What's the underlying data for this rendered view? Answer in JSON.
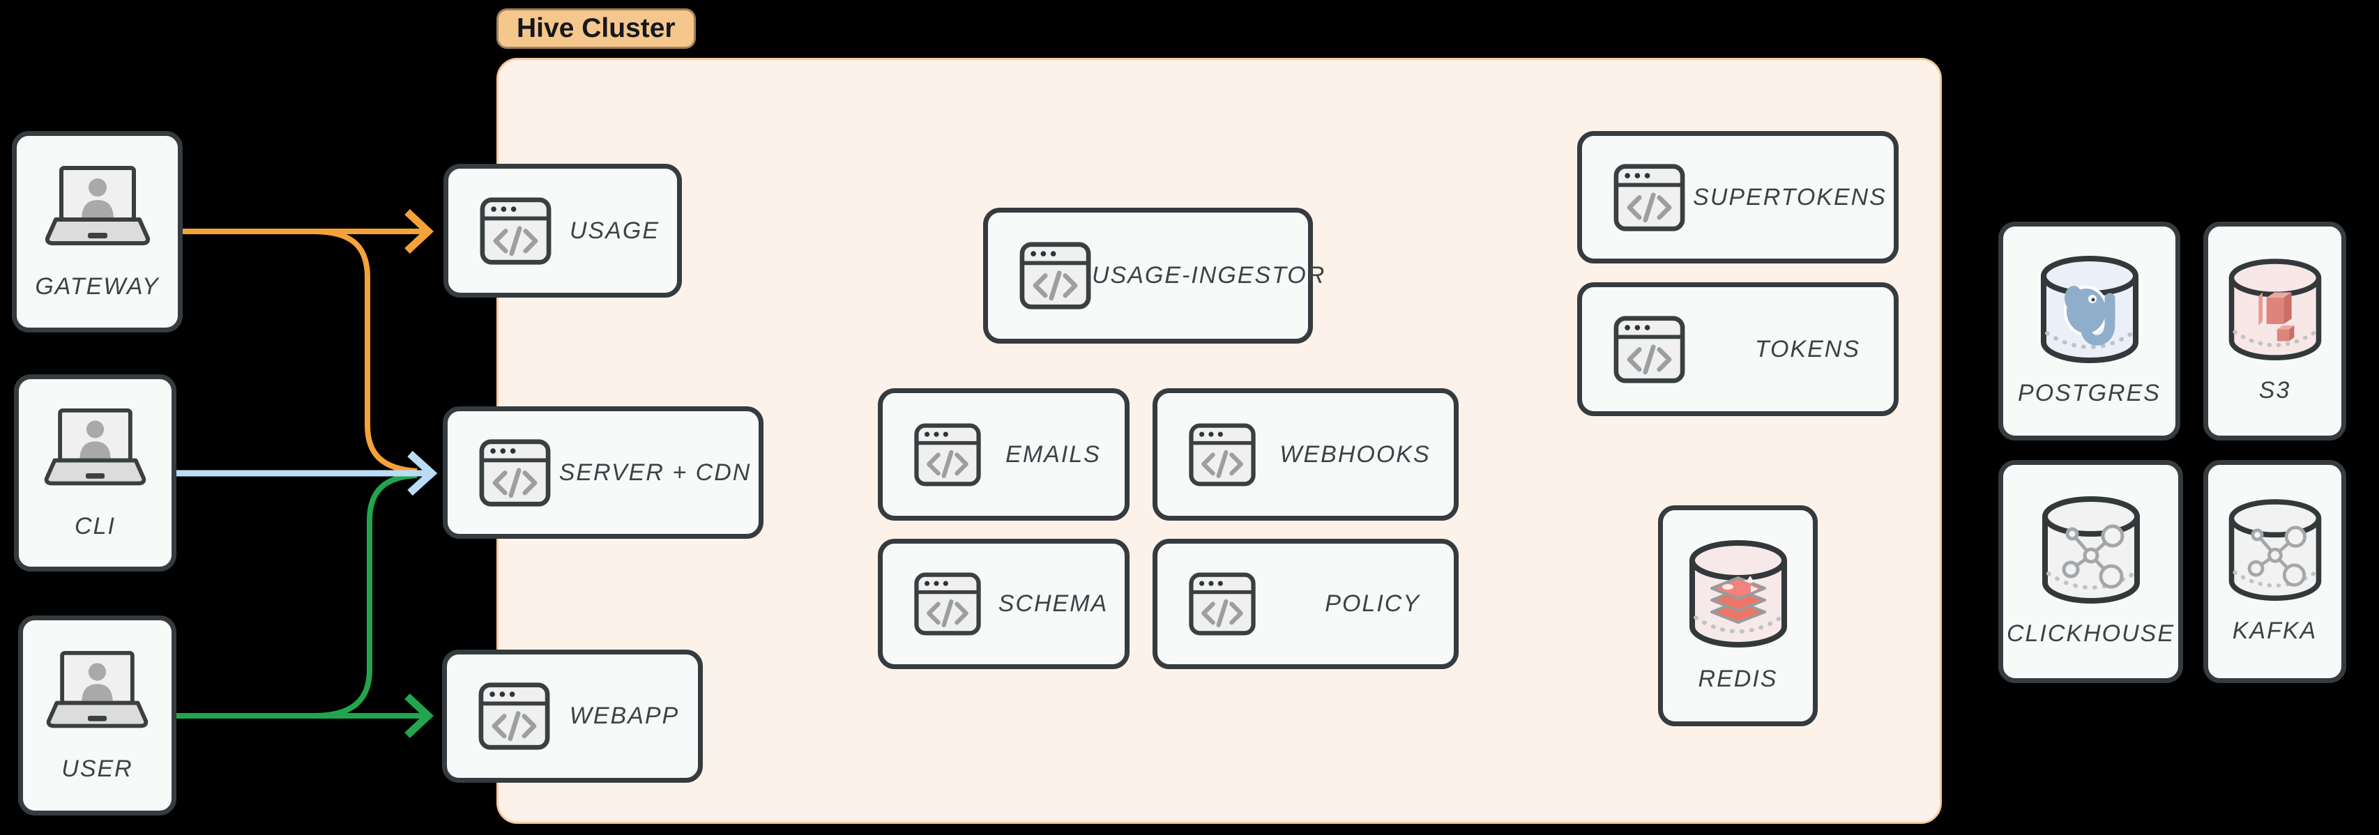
{
  "cluster": {
    "label": "Hive Cluster"
  },
  "actors": {
    "gateway": {
      "label": "GATEWAY"
    },
    "cli": {
      "label": "CLI"
    },
    "user": {
      "label": "USER"
    }
  },
  "services": {
    "usage": {
      "label": "USAGE"
    },
    "server_cdn": {
      "label": "SERVER + CDN"
    },
    "webapp": {
      "label": "WEBAPP"
    },
    "usage_ingestor": {
      "label": "USAGE-INGESTOR"
    },
    "emails": {
      "label": "EMAILS"
    },
    "webhooks": {
      "label": "WEBHOOKS"
    },
    "schema": {
      "label": "SCHEMA"
    },
    "policy": {
      "label": "POLICY"
    },
    "supertokens": {
      "label": "SUPERTOKENS"
    },
    "tokens": {
      "label": "TOKENS"
    }
  },
  "datastores": {
    "redis": {
      "label": "REDIS"
    },
    "postgres": {
      "label": "POSTGRES"
    },
    "s3": {
      "label": "S3"
    },
    "clickhouse": {
      "label": "CLICKHOUSE"
    },
    "kafka": {
      "label": "KAFKA"
    }
  },
  "edges": [
    {
      "from": "GATEWAY",
      "to": "USAGE",
      "color_key": "orange"
    },
    {
      "from": "GATEWAY",
      "to": "SERVER + CDN",
      "color_key": "orange"
    },
    {
      "from": "CLI",
      "to": "SERVER + CDN",
      "color_key": "blue"
    },
    {
      "from": "USER",
      "to": "SERVER + CDN",
      "color_key": "green"
    },
    {
      "from": "USER",
      "to": "WEBAPP",
      "color_key": "green"
    }
  ],
  "colors": {
    "orange": "#F5A238",
    "blue": "#BBDCF5",
    "green": "#21A64D",
    "cluster_fill": "#FDF2E9",
    "cluster_border": "#F6C9A0",
    "cluster_label_bg": "#F6C78D",
    "box_fill": "#F8FAF9",
    "box_border": "#353B3E",
    "label_text": "#3C4245",
    "background": "#000000"
  }
}
